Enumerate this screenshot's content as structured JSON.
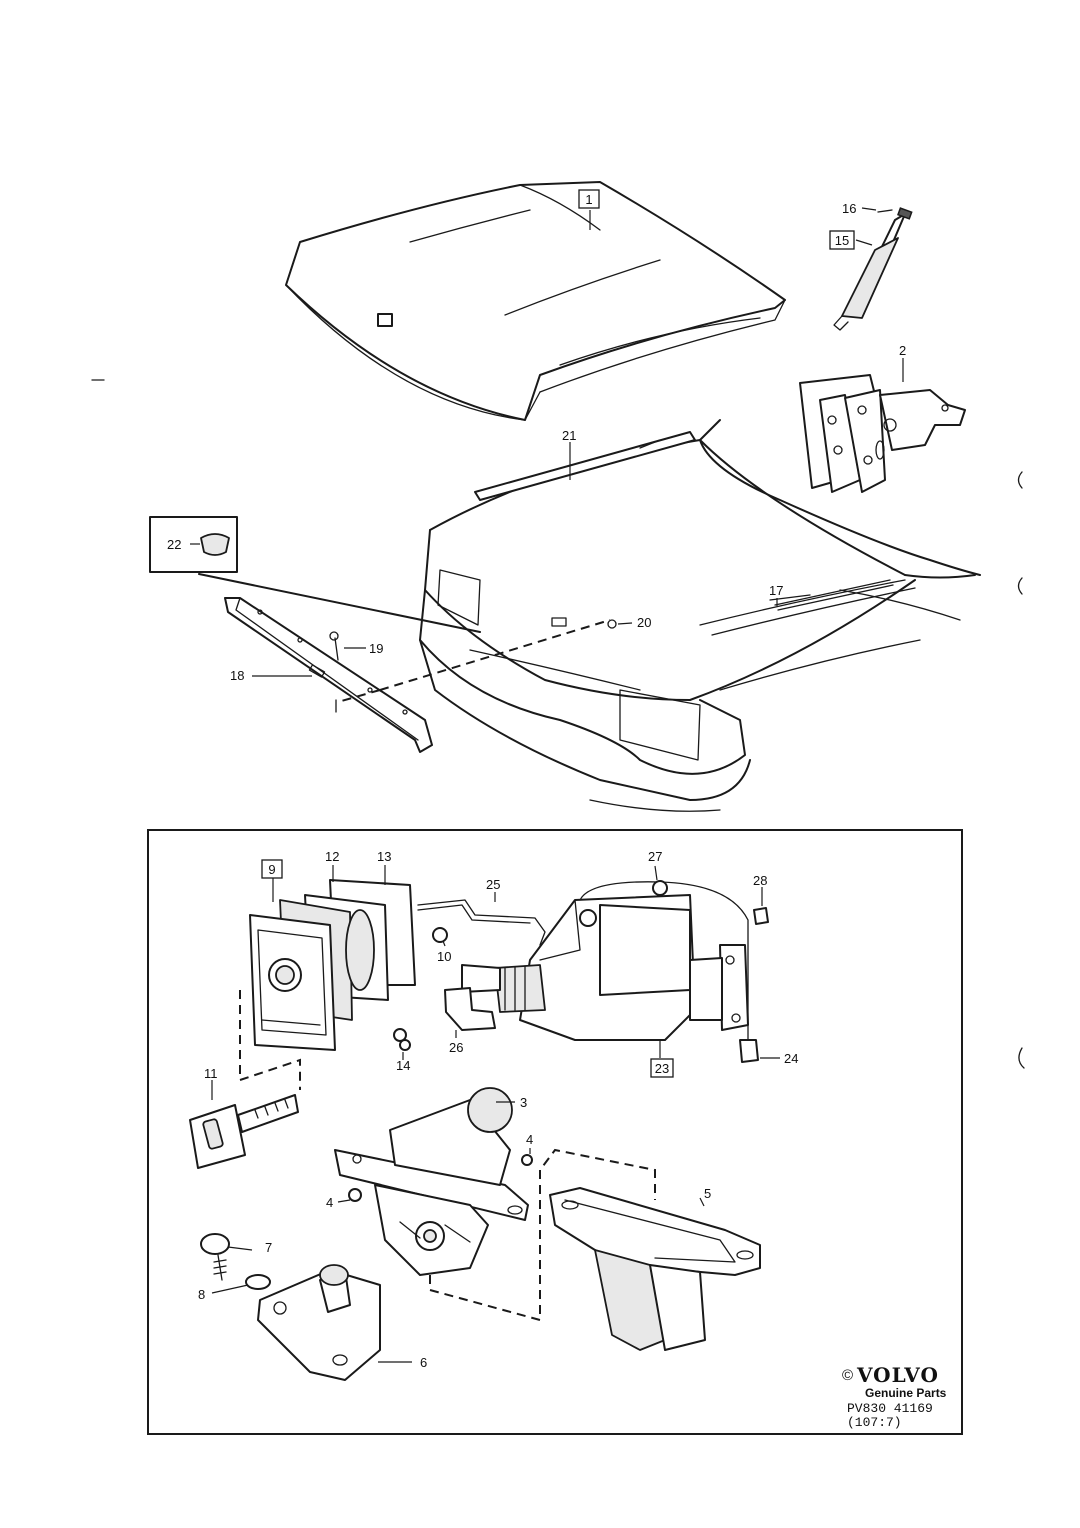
{
  "callouts": {
    "c1": "1",
    "c2": "2",
    "c3": "3",
    "c4a": "4",
    "c4b": "4",
    "c5": "5",
    "c6": "6",
    "c7": "7",
    "c8": "8",
    "c9": "9",
    "c10": "10",
    "c11": "11",
    "c12": "12",
    "c13": "13",
    "c14": "14",
    "c15": "15",
    "c16": "16",
    "c17": "17",
    "c18": "18",
    "c19": "19",
    "c20": "20",
    "c21": "21",
    "c22": "22",
    "c23": "23",
    "c24": "24",
    "c25": "25",
    "c26": "26",
    "c27": "27",
    "c28": "28"
  },
  "footer": {
    "copyright": "©",
    "brand": "VOLVO",
    "subtitle": "Genuine Parts",
    "code": "PV830  41169",
    "ref": "(107:7)"
  }
}
